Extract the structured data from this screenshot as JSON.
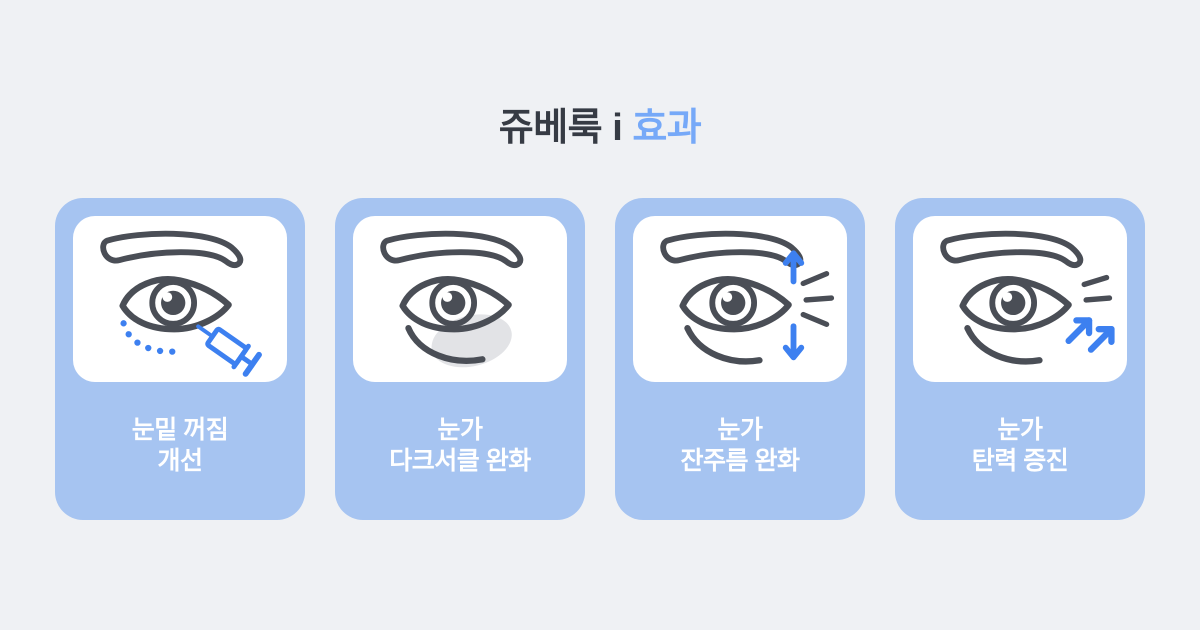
{
  "title": {
    "text": "쥬베룩 i 효과",
    "prefix": "쥬베룩 i ",
    "highlight": "효과"
  },
  "colors": {
    "background": "#EFF1F4",
    "card_blue": "#A6C4F1",
    "panel_white": "#FFFFFF",
    "outline_dark": "#4A4E56",
    "accent_blue": "#3D80F0",
    "title_dark": "#363B44",
    "title_blue": "#76A9F8",
    "dark_circle_gray": "#E2E3E6",
    "label_text": "#FFFFFF"
  },
  "cards": [
    {
      "icon": "eye-syringe-icon",
      "label_line1": "눈밑 꺼짐",
      "label_line2": "개선"
    },
    {
      "icon": "eye-dark-circle-icon",
      "label_line1": "눈가",
      "label_line2": "다크서클 완화"
    },
    {
      "icon": "eye-wrinkle-arrows-icon",
      "label_line1": "눈가",
      "label_line2": "잔주름 완화"
    },
    {
      "icon": "eye-elasticity-arrows-icon",
      "label_line1": "눈가",
      "label_line2": "탄력 증진"
    }
  ]
}
